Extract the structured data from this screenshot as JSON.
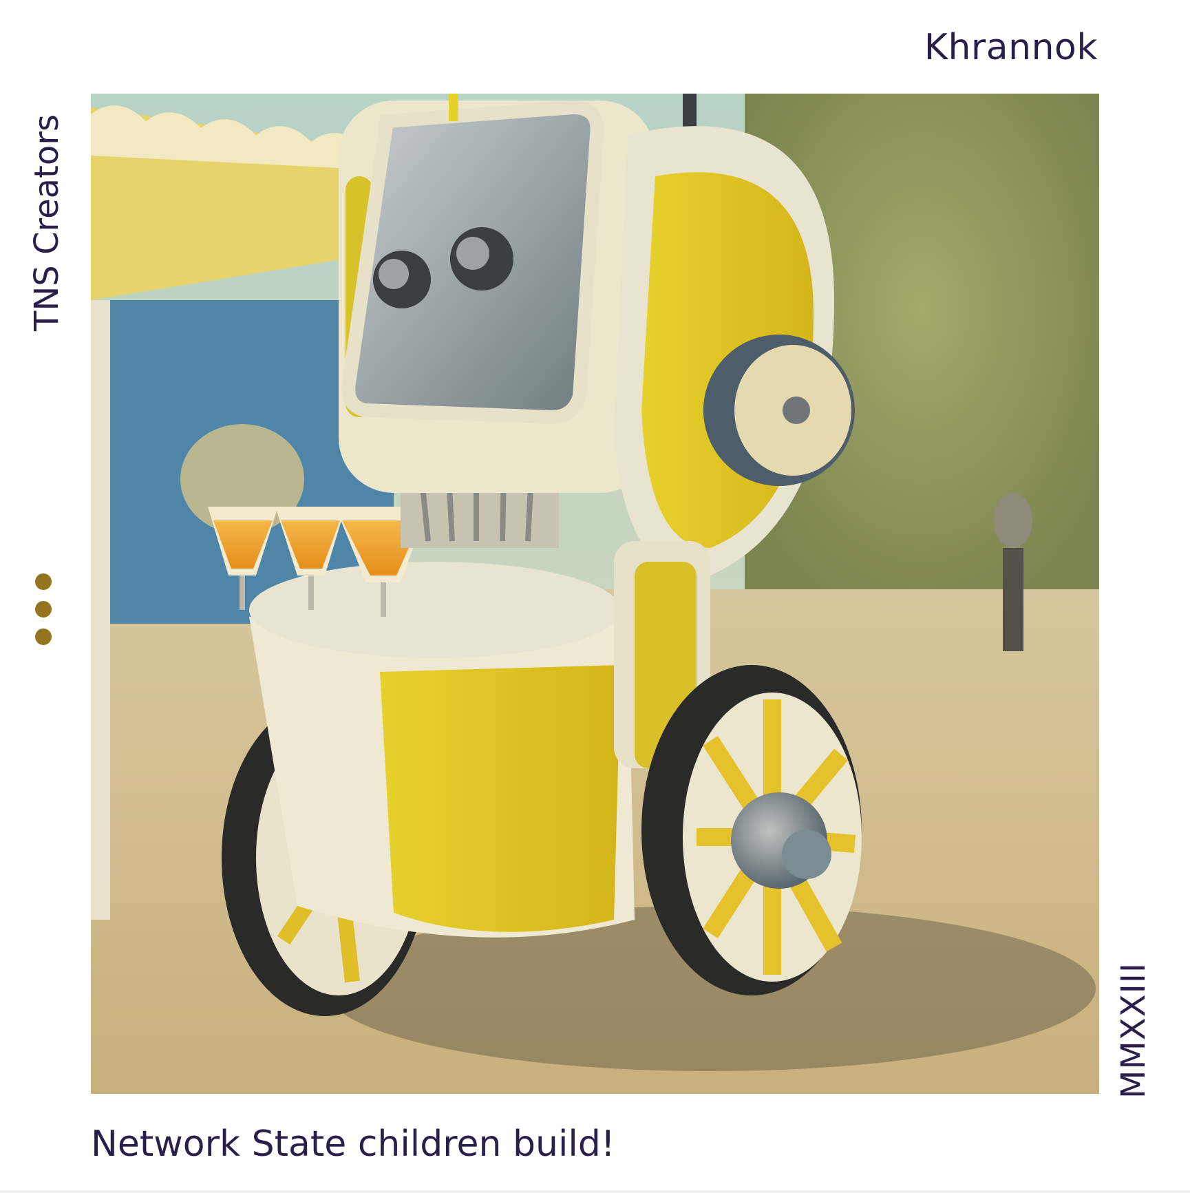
{
  "header": {
    "author": "Khrannok"
  },
  "sidebar": {
    "brand": "TNS Creators",
    "year": "MMXXIII"
  },
  "artwork": {
    "subject": "robot-lemonade-cart"
  },
  "footer": {
    "caption": "Network State children build!"
  },
  "colors": {
    "text": "#2a1f4a",
    "accent_dots": "#94741f",
    "background": "#ffffff"
  }
}
